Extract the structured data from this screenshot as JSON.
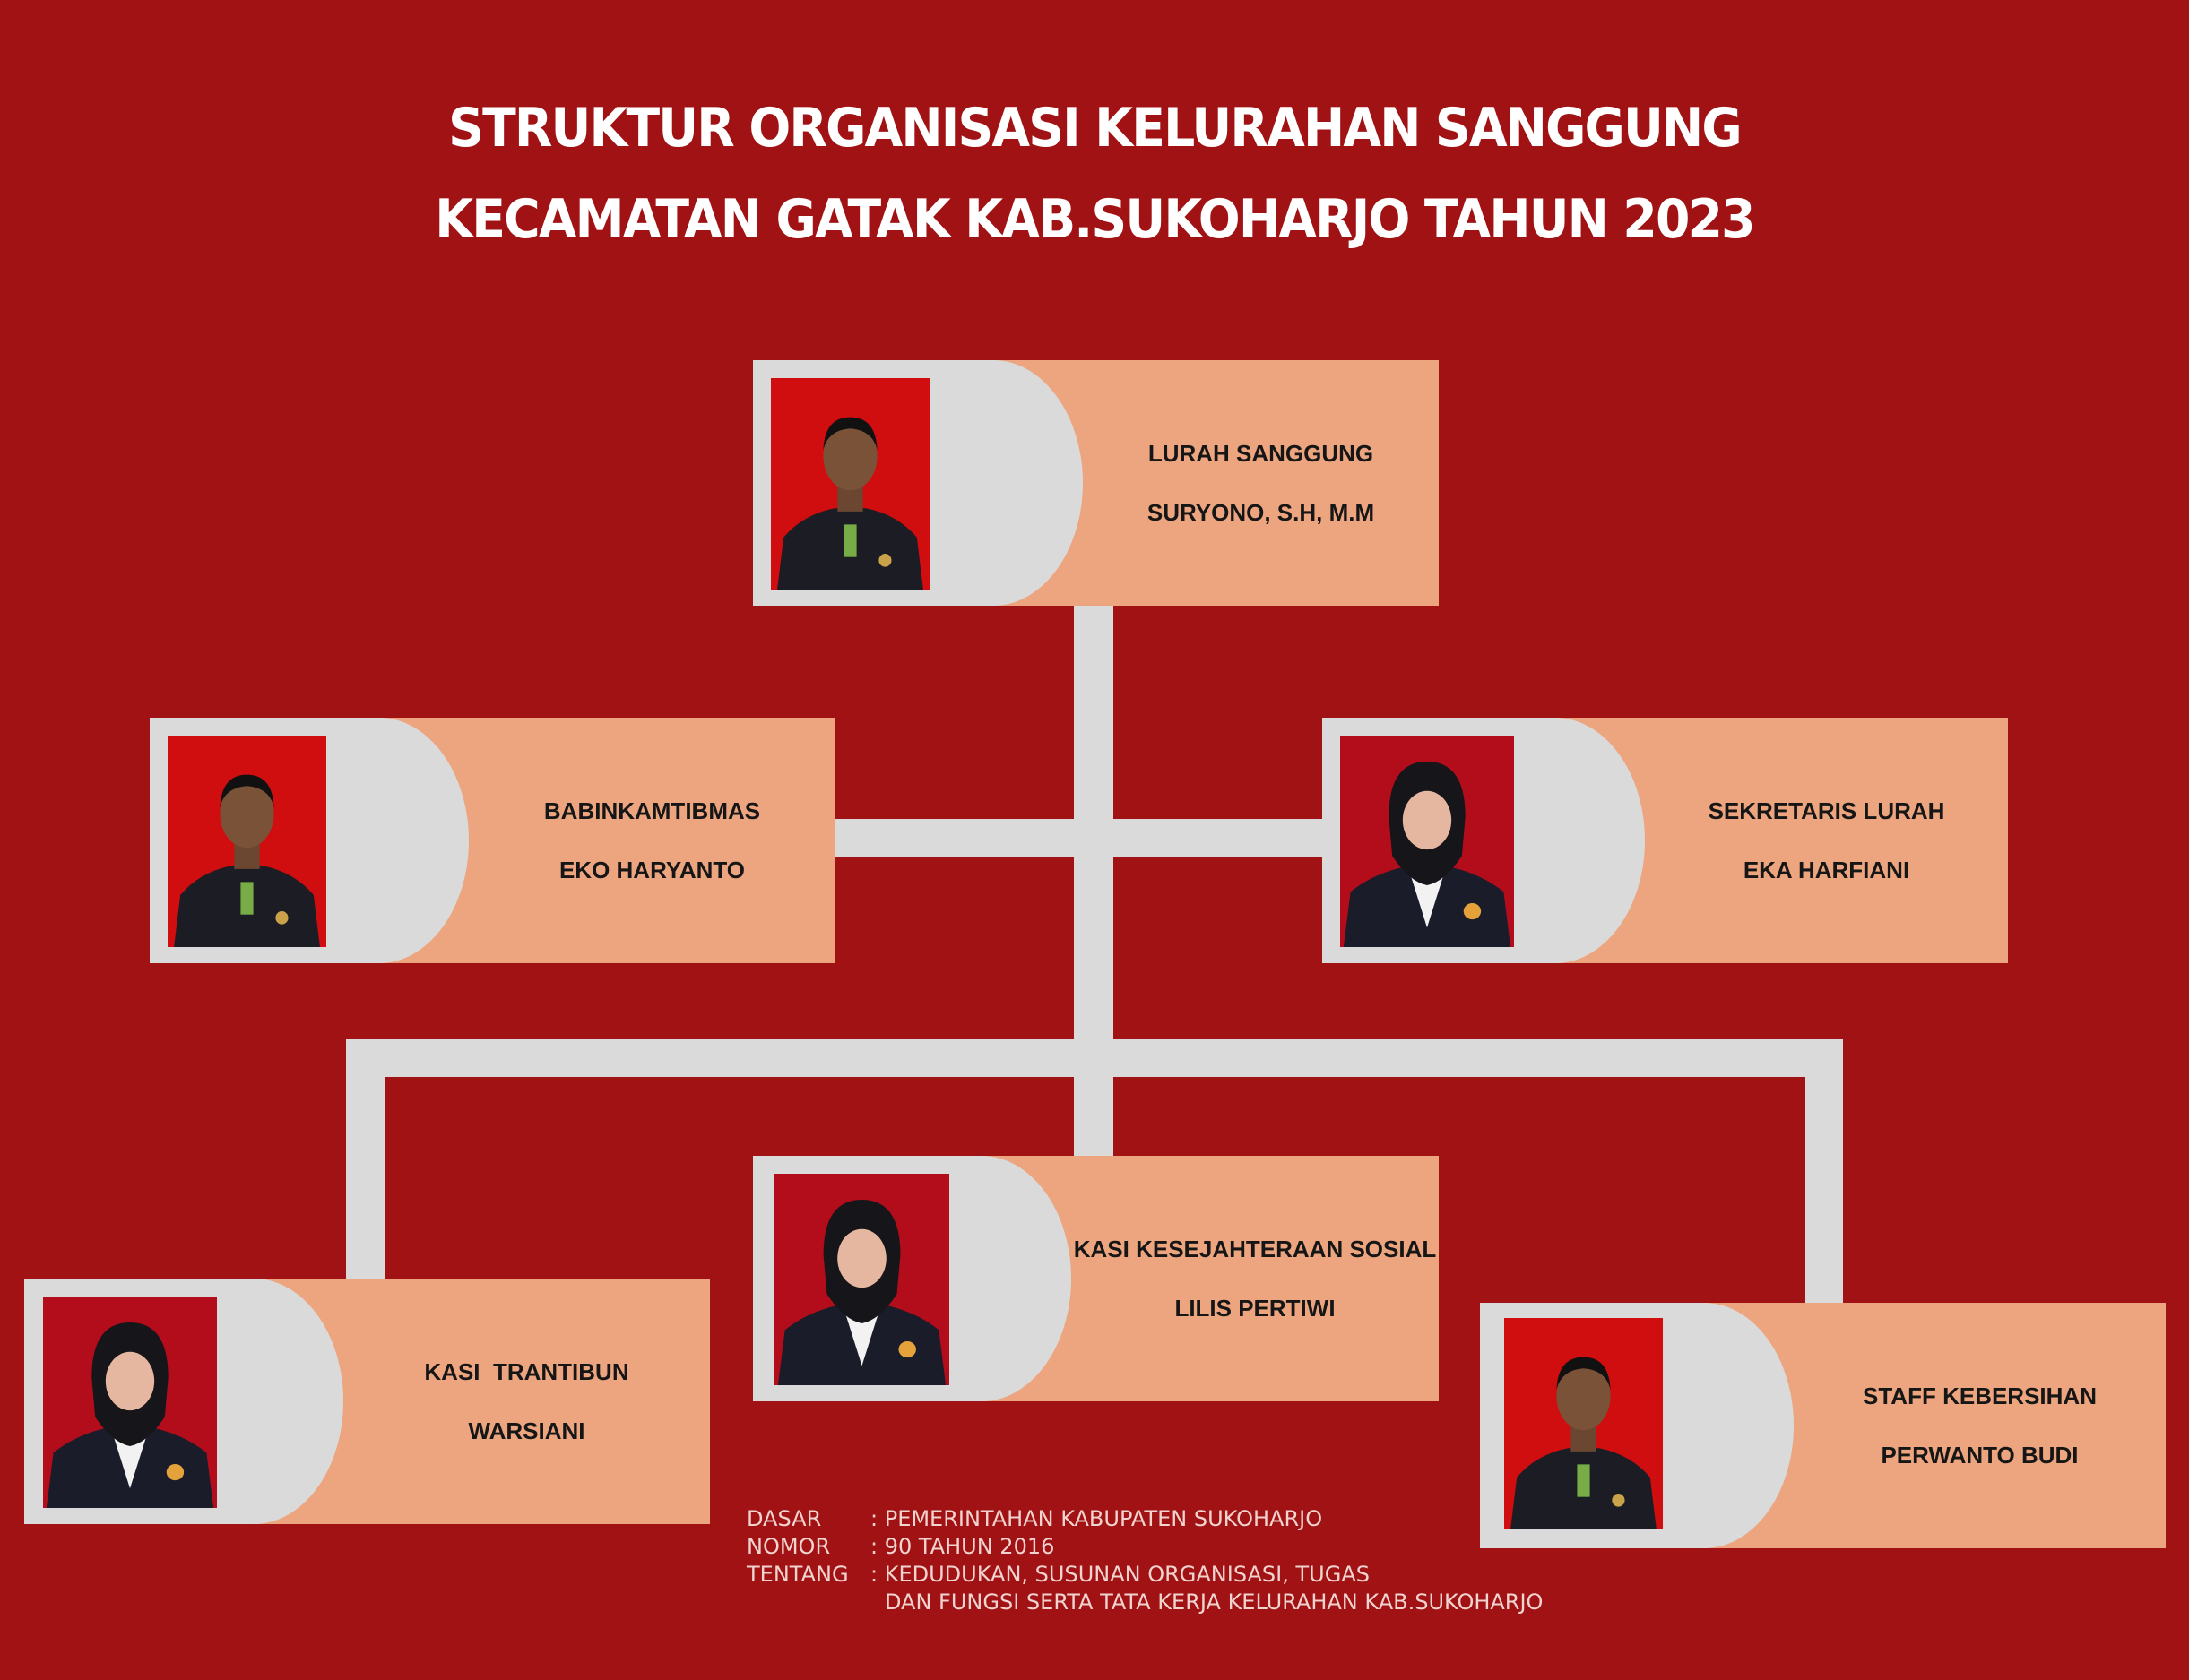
{
  "title": {
    "line1": "STRUKTUR ORGANISASI KELURAHAN SANGGUNG",
    "line2": "KECAMATAN GATAK KAB.SUKOHARJO TAHUN 2023"
  },
  "colors": {
    "background": "#a11214",
    "card": "#eca57f",
    "frame": "#dadada",
    "connector": "#dadada"
  },
  "members": {
    "lurah": {
      "position": "LURAH SANGGUNG",
      "name": "SURYONO, S.H, M.M"
    },
    "babinkamtibmas": {
      "position": "BABINKAMTIBMAS",
      "name": "EKO HARYANTO"
    },
    "sekretaris": {
      "position": "SEKRETARIS LURAH",
      "name": "EKA HARFIANI"
    },
    "kasi_kesos": {
      "position": "KASI KESEJAHTERAAN SOSIAL",
      "name": "LILIS PERTIWI"
    },
    "kasi_trantibun": {
      "position": "KASI  TRANTIBUN",
      "name": "WARSIANI"
    },
    "staff_kebersihan": {
      "position": "STAFF KEBERSIHAN",
      "name": "PERWANTO BUDI"
    }
  },
  "footer": {
    "dasar_label": "DASAR",
    "dasar_value": ": PEMERINTAHAN KABUPATEN SUKOHARJO",
    "nomor_label": "NOMOR",
    "nomor_value": ": 90 TAHUN 2016",
    "tentang_label": "TENTANG",
    "tentang_value": ": KEDUDUKAN, SUSUNAN ORGANISASI, TUGAS",
    "tentang_value_2": "DAN FUNGSI SERTA TATA KERJA KELURAHAN KAB.SUKOHARJO"
  }
}
